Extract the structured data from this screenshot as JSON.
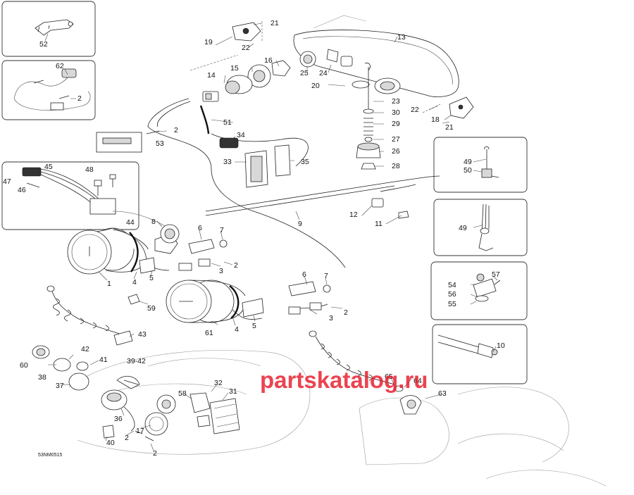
{
  "diagram": {
    "drawing_code": "53NM0515",
    "watermark": "partskatalog.ru",
    "part_labels": {
      "p1": "1",
      "p2a": "2",
      "p2b": "2",
      "p2c": "2",
      "p2d": "2",
      "p2e": "2",
      "p2f": "2",
      "p3a": "3",
      "p3b": "3",
      "p4a": "4",
      "p4b": "4",
      "p5a": "5",
      "p5b": "5",
      "p6a": "6",
      "p6b": "6",
      "p7a": "7",
      "p7b": "7",
      "p8": "8",
      "p9": "9",
      "p10": "10",
      "p11": "11",
      "p12": "12",
      "p13": "13",
      "p14": "14",
      "p15": "15",
      "p16": "16",
      "p17": "17",
      "p18": "18",
      "p19": "19",
      "p20": "20",
      "p21a": "21",
      "p21b": "21",
      "p22a": "22",
      "p22b": "22",
      "p23": "23",
      "p24": "24",
      "p25": "25",
      "p26": "26",
      "p27": "27",
      "p28": "28",
      "p29": "29",
      "p30": "30",
      "p31": "31",
      "p32": "32",
      "p33": "33",
      "p34": "34",
      "p35": "35",
      "p36": "36",
      "p37": "37",
      "p38": "38",
      "p3942": "39-42",
      "p40": "40",
      "p41": "41",
      "p42": "42",
      "p43": "43",
      "p44": "44",
      "p45": "45",
      "p46": "46",
      "p47": "47",
      "p48": "48",
      "p49a": "49",
      "p49b": "49",
      "p50": "50",
      "p51": "51",
      "p52": "52",
      "p53": "53",
      "p54": "54",
      "p55": "55",
      "p56": "56",
      "p57": "57",
      "p58": "58",
      "p59": "59",
      "p60": "60",
      "p61": "61",
      "p62": "62",
      "p63": "63",
      "p64": "64",
      "p65": "65"
    }
  }
}
